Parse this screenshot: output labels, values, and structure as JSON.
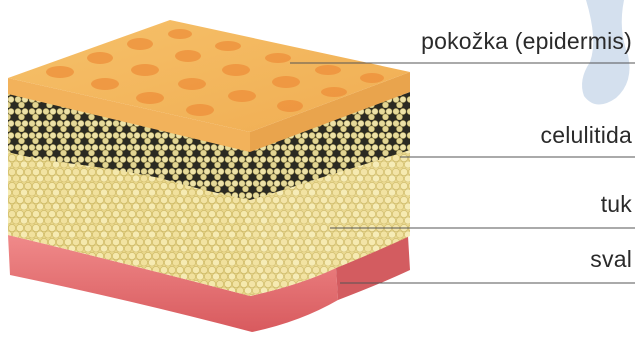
{
  "labels": [
    {
      "id": "epidermis",
      "text": "pokožka (epidermis)"
    },
    {
      "id": "cellulite",
      "text": "celulitida"
    },
    {
      "id": "fat",
      "text": "tuk"
    },
    {
      "id": "muscle",
      "text": "sval"
    }
  ],
  "colors": {
    "epidermis": "#f3b75c",
    "epidermis_spots": "#ee8f3a",
    "fat": "#ead98d",
    "cellulite_dark": "#2b2a22",
    "muscle": "#e36f6f",
    "hand": "#c9d8ea"
  }
}
